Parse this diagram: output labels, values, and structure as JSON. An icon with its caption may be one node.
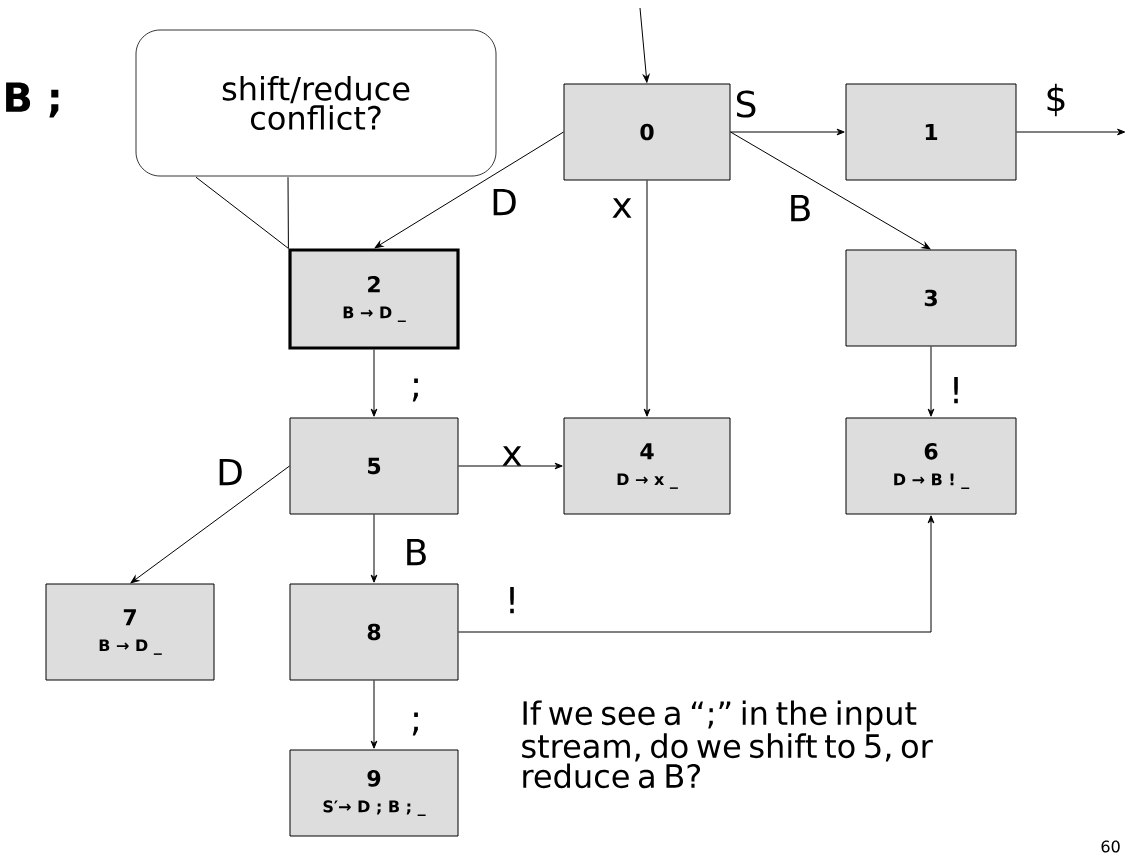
{
  "diagram": {
    "nodes": [
      {
        "text": [
          "0"
        ]
      },
      {
        "text": [
          "1"
        ]
      },
      {
        "text": [
          "2",
          "B → D _"
        ]
      },
      {
        "text": [
          "3"
        ]
      },
      {
        "text": [
          "4",
          "D → x _"
        ]
      },
      {
        "text": [
          "5"
        ]
      },
      {
        "text": [
          "6",
          "D → B ! _"
        ]
      },
      {
        "text": [
          "7",
          "B → D _"
        ]
      },
      {
        "text": [
          "8"
        ]
      },
      {
        "text": [
          "9",
          "S′→ D ; B ; _"
        ]
      },
      {
        "text": [
          "shift/reduce conflict?"
        ]
      }
    ],
    "edges": [
      {
        "from": null,
        "to": 0,
        "arrow": "to"
      },
      {
        "from": 0,
        "to": 1,
        "arrow": "to",
        "label": "S"
      },
      {
        "from": 1,
        "to": null,
        "arrow": "to",
        "label": "$"
      },
      {
        "from": 0,
        "to": 2,
        "arrow": "to",
        "label": "D"
      },
      {
        "from": 0,
        "to": 4,
        "arrow": "to",
        "label": "x"
      },
      {
        "from": 0,
        "to": 3,
        "arrow": "to",
        "label": "B"
      },
      {
        "from": 2,
        "to": 5,
        "arrow": "to",
        "label": ";"
      },
      {
        "from": 3,
        "to": 6,
        "arrow": "to",
        "label": "!"
      },
      {
        "from": 5,
        "to": 4,
        "arrow": "to",
        "label": "x"
      },
      {
        "from": 5,
        "to": 7,
        "arrow": "to",
        "label": "D"
      },
      {
        "from": 5,
        "to": 8,
        "arrow": "to",
        "label": "B"
      },
      {
        "from": 8,
        "to": 6,
        "arrow": "to",
        "label": "!"
      },
      {
        "from": 8,
        "to": 9,
        "arrow": "to",
        "label": ";"
      },
      {
        "from": 10,
        "to": 2,
        "arrow": "to"
      }
    ],
    "labels": [
      "B ;",
      "If we see a “;” in the input stream, do we shift to 5, or reduce a B?",
      "60"
    ]
  }
}
